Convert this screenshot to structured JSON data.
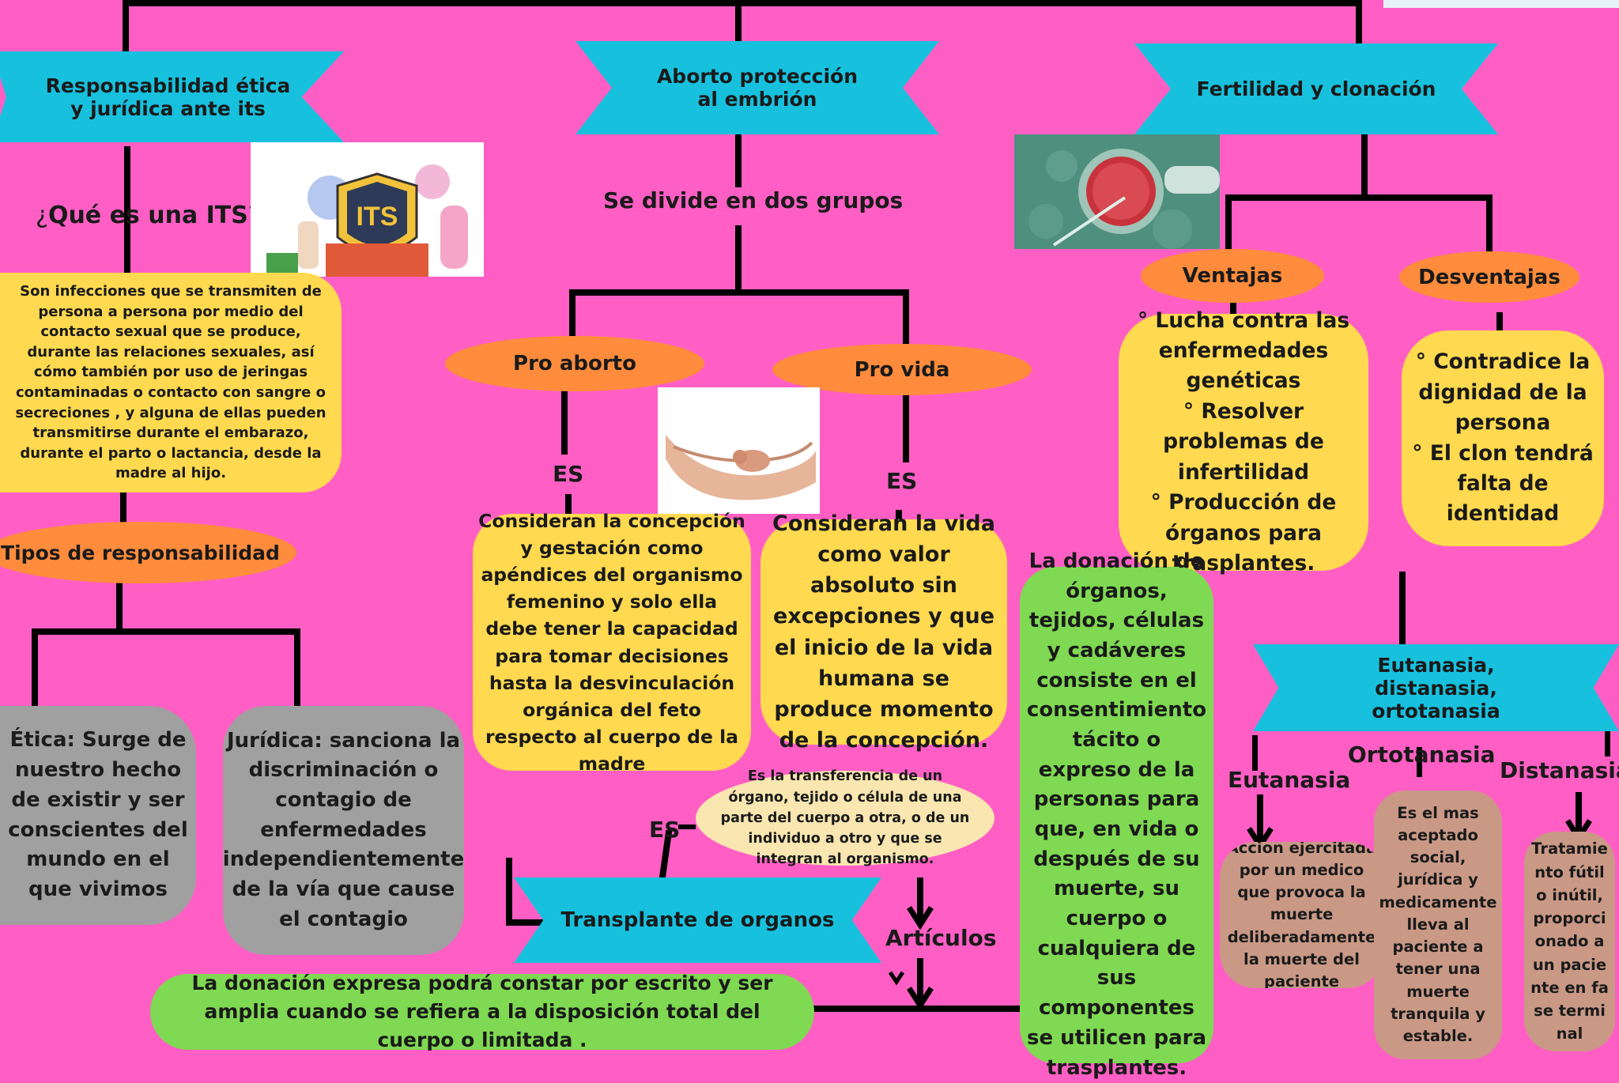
{
  "headers": {
    "its": "Responsabilidad ética y jurídica ante its",
    "aborto": "Aborto protección al embrión",
    "fertilidad": "Fertilidad y clonación",
    "eutanasia": "Eutanasia, distanasia, ortotanasia",
    "transplante": "Transplante de organos"
  },
  "its": {
    "question_prefix": "¿",
    "question_bold": "Qué es una ITS",
    "question_suffix": "?",
    "image_label": "ITS",
    "definition": "Son infecciones que se transmiten de persona a persona por medio del contacto sexual que se produce, durante las relaciones sexuales, así cómo también por uso de jeringas contaminadas o contacto con sangre o secreciones , y alguna de ellas pueden transmitirse durante el embarazo, durante el parto o lactancia, desde la madre al hijo.",
    "tipos": "Tipos de responsabilidad",
    "etica": "Ética: Surge de nuestro hecho de existir y ser conscientes del mundo en el que vivimos",
    "juridica": "Jurídica: sanciona la discriminación o contagio de enfermedades independientemente de la vía que cause el contagio"
  },
  "aborto": {
    "divide": "Se divide en dos grupos",
    "pro_aborto": "Pro aborto",
    "pro_vida": "Pro vida",
    "es_left": "ES",
    "es_right": "ES",
    "pro_aborto_desc": "Consideran la concepción y gestación como apéndices del organismo femenino y solo ella debe tener la capacidad para tomar decisiones hasta la desvinculación orgánica del feto respecto al cuerpo de la madre",
    "pro_vida_desc": "Consideran la vida como valor absoluto sin excepciones y que el inicio de la vida humana se produce momento de la concepción."
  },
  "fertilidad": {
    "ventajas": "Ventajas",
    "desventajas": "Desventajas",
    "ventajas_items": [
      "° Lucha contra las enfermedades genéticas",
      "° Resolver problemas de infertilidad",
      "° Producción de órganos para trasplantes."
    ],
    "desventajas_items": [
      "° Contradice la dignidad de la persona",
      "° El clon tendrá falta de identidad"
    ]
  },
  "eutanasia": {
    "eutanasia": "Eutanasia",
    "ortotanasia": "Ortotanasia",
    "distanasia": "Distanasia",
    "eutanasia_desc": "Accion ejercitada por un medico que provoca la muerte deliberadamente la muerte del paciente",
    "ortotanasia_desc": "Es el mas aceptado social, jurídica y medicamente lleva al paciente a tener una muerte tranquila y estable.",
    "distanasia_desc": "Tratamiento fútil o inútil, proporcionado a un paciente en fase terminal"
  },
  "transplante": {
    "es": "ES",
    "definition": "Es la transferencia de un órgano, tejido o célula de una parte del cuerpo a otra, o de un individuo a otro y que se integran al organismo.",
    "articulos": "Artículos",
    "donacion_expresa": "La donación expresa podrá constar por escrito y ser amplia cuando se refiera a la disposición total del cuerpo o limitada .",
    "donacion_tacita": "La donación de órganos, tejidos, células y cadáveres consiste en el consentimiento tácito o expreso de la personas para que, en vida o después de su muerte, su cuerpo o cualquiera de sus componentes se utilicen para trasplantes."
  }
}
